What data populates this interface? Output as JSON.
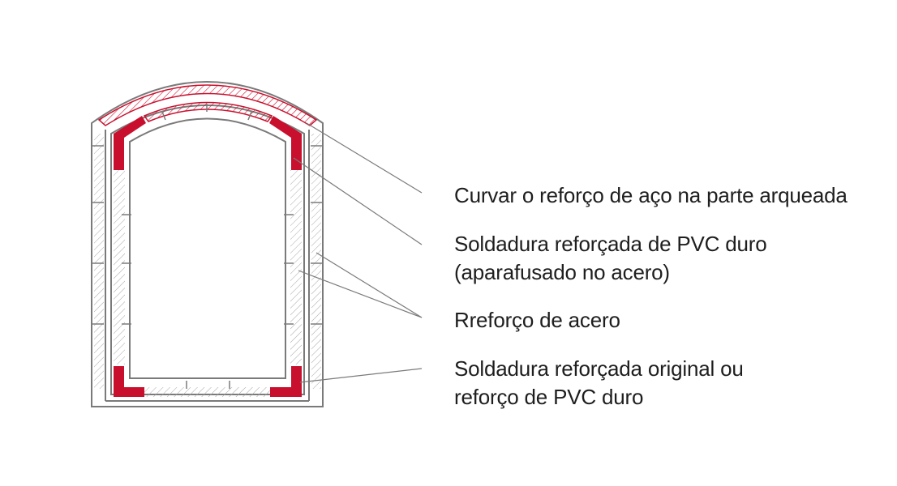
{
  "colors": {
    "outline": "#7a7a7a",
    "hatch": "#9a9a9a",
    "reinforcement_red": "#c8102e",
    "text": "#1e1e1e",
    "background": "#ffffff"
  },
  "labels": [
    {
      "id": "curved-steel",
      "lines": [
        "Curvar o reforço de aço na parte arqueada"
      ]
    },
    {
      "id": "pvc-weld",
      "lines": [
        "Soldadura reforçada de PVC duro",
        "(aparafusado no acero)"
      ]
    },
    {
      "id": "steel",
      "lines": [
        "Rreforço de acero"
      ]
    },
    {
      "id": "original-weld",
      "lines": [
        "Soldadura reforçada original ou",
        "reforço de PVC duro"
      ]
    }
  ]
}
